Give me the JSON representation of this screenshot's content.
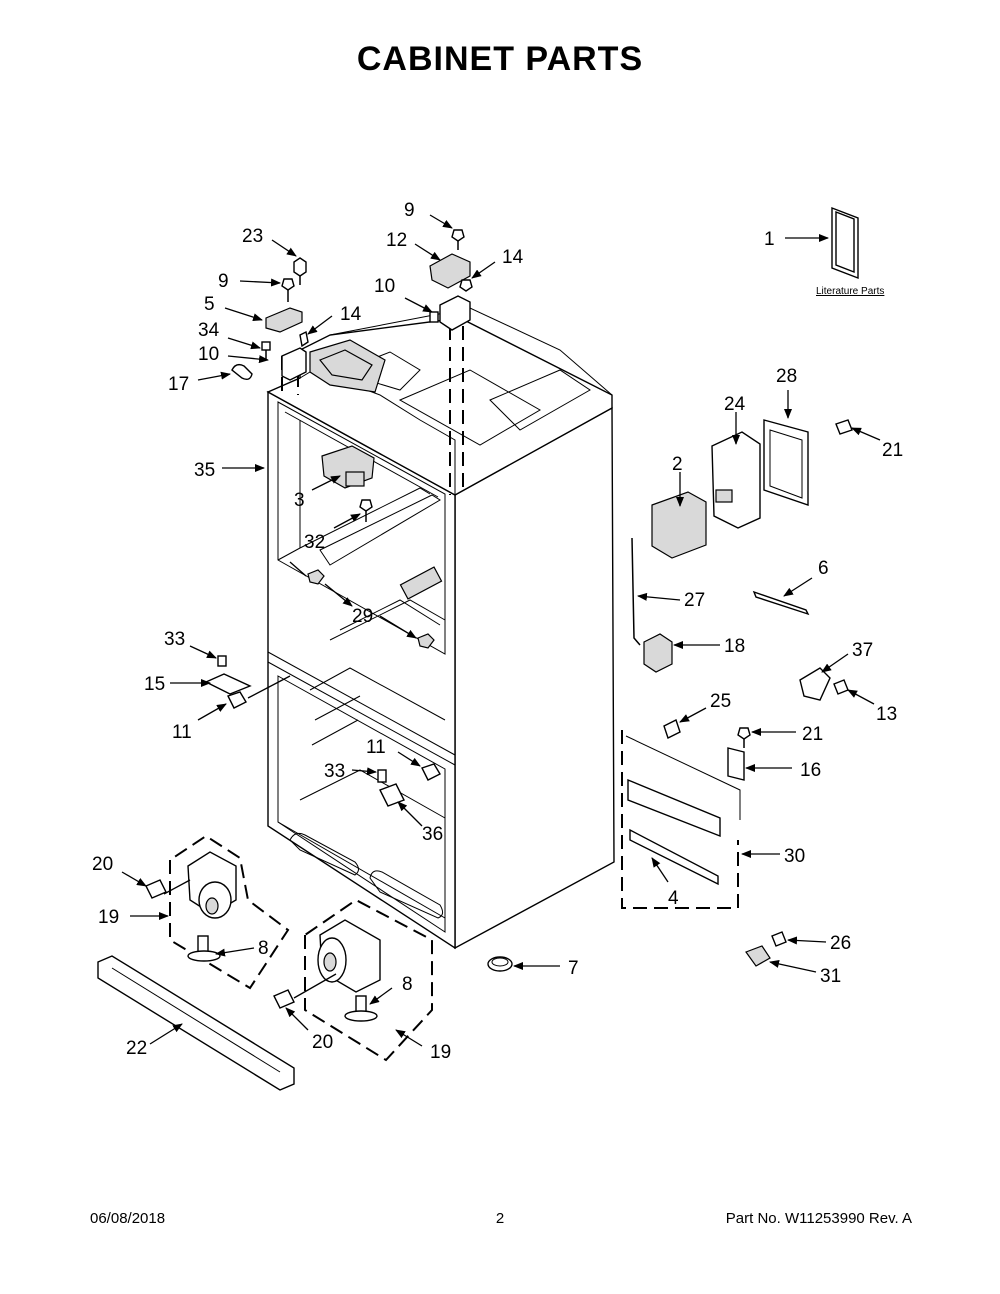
{
  "title": "CABINET PARTS",
  "literature_label": "Literature Parts",
  "footer": {
    "date": "06/08/2018",
    "page": "2",
    "part_no": "Part No.  W11253990  Rev.  A"
  },
  "callouts": {
    "c1": "1",
    "c2": "2",
    "c3": "3",
    "c4": "4",
    "c5": "5",
    "c6": "6",
    "c7": "7",
    "c8a": "8",
    "c8b": "8",
    "c9a": "9",
    "c9b": "9",
    "c10a": "10",
    "c10b": "10",
    "c11a": "11",
    "c11b": "11",
    "c12": "12",
    "c13": "13",
    "c14a": "14",
    "c14b": "14",
    "c15": "15",
    "c16": "16",
    "c17": "17",
    "c18": "18",
    "c19a": "19",
    "c19b": "19",
    "c20a": "20",
    "c20b": "20",
    "c21a": "21",
    "c21b": "21",
    "c22": "22",
    "c23": "23",
    "c24": "24",
    "c25": "25",
    "c26": "26",
    "c27": "27",
    "c28": "28",
    "c29": "29",
    "c30": "30",
    "c31": "31",
    "c32": "32",
    "c33a": "33",
    "c33b": "33",
    "c34": "34",
    "c35": "35",
    "c36": "36",
    "c37": "37"
  }
}
